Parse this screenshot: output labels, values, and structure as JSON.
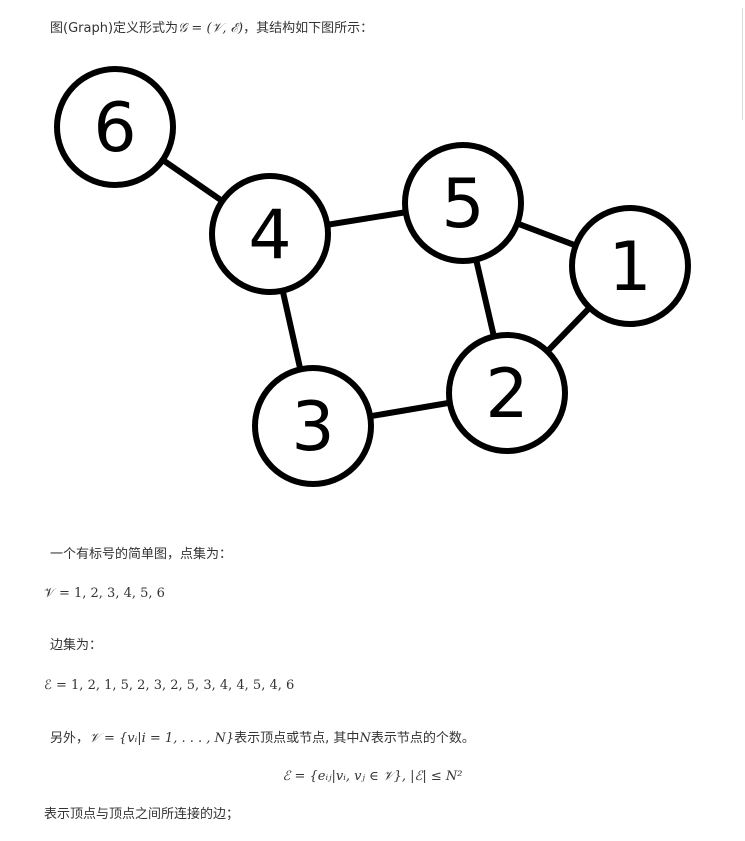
{
  "intro": {
    "text_before": "图(Graph)定义形式为",
    "formula": "𝒢 = (𝒱, ℰ)",
    "text_after": "，其结构如下图所示："
  },
  "graph": {
    "nodes": [
      {
        "id": "1",
        "label": "1"
      },
      {
        "id": "2",
        "label": "2"
      },
      {
        "id": "3",
        "label": "3"
      },
      {
        "id": "4",
        "label": "4"
      },
      {
        "id": "5",
        "label": "5"
      },
      {
        "id": "6",
        "label": "6"
      }
    ],
    "edges": [
      [
        "1",
        "2"
      ],
      [
        "1",
        "5"
      ],
      [
        "2",
        "3"
      ],
      [
        "2",
        "5"
      ],
      [
        "3",
        "4"
      ],
      [
        "4",
        "5"
      ],
      [
        "4",
        "6"
      ]
    ]
  },
  "vertices": {
    "label": "一个有标号的简单图，点集为：",
    "set": "𝒱 = 1, 2, 3, 4, 5, 6"
  },
  "edges": {
    "label": "边集为：",
    "set": "ℰ = 1, 2, 1, 5, 2, 3, 2, 5, 3, 4, 4, 5, 4, 6"
  },
  "note": {
    "prefix": "另外，",
    "formula": "𝒱 = {vᵢ|i = 1, . . . , N}",
    "middle": "表示顶点或节点, 其中",
    "n_symbol": "N",
    "suffix": "表示节点的个数。"
  },
  "edge_formula": "ℰ = {eᵢⱼ|vᵢ, vⱼ ∈ 𝒱}, |ℰ| ≤ N²",
  "edge_desc": "表示顶点与顶点之间所连接的边；"
}
